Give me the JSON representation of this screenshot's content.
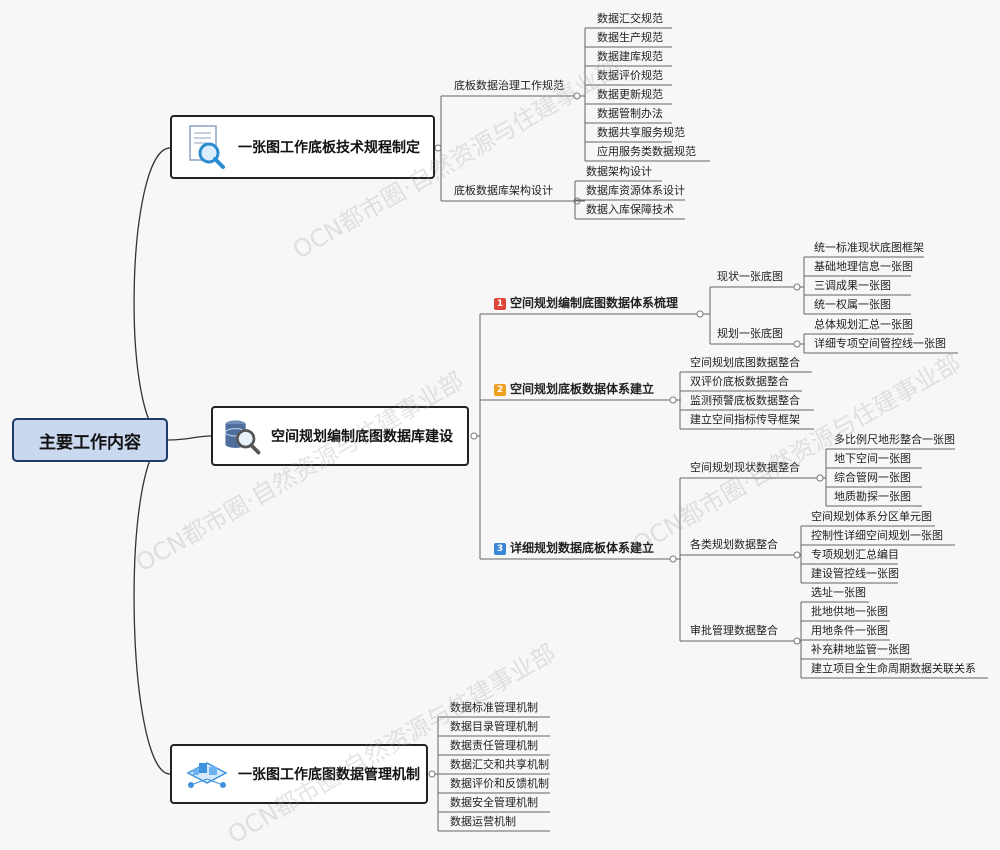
{
  "root": "主要工作内容",
  "watermark": "OCN都市圈·自然资源与住建事业部",
  "branch1": {
    "title": "一张图工作底板技术规程制定",
    "groups": [
      {
        "label": "底板数据治理工作规范",
        "items": [
          "数据汇交规范",
          "数据生产规范",
          "数据建库规范",
          "数据评价规范",
          "数据更新规范",
          "数据管制办法",
          "数据共享服务规范",
          "应用服务类数据规范"
        ]
      },
      {
        "label": "底板数据库架构设计",
        "items": [
          "数据架构设计",
          "数据库资源体系设计",
          "数据入库保障技术"
        ]
      }
    ]
  },
  "branch2": {
    "title": "空间规划编制底图数据库建设",
    "subs": [
      {
        "num": "1",
        "color": "#e0453a",
        "label": "空间规划编制底图数据体系梳理",
        "groups": [
          {
            "label": "现状一张底图",
            "items": [
              "统一标准现状底图框架",
              "基础地理信息一张图",
              "三调成果一张图",
              "统一权属一张图"
            ]
          },
          {
            "label": "规划一张底图",
            "items": [
              "总体规划汇总一张图",
              "详细专项空间管控线一张图"
            ]
          }
        ]
      },
      {
        "num": "2",
        "color": "#f0a020",
        "label": "空间规划底板数据体系建立",
        "items": [
          "空间规划底图数据整合",
          "双评价底板数据整合",
          "监测预警底板数据整合",
          "建立空间指标传导框架"
        ]
      },
      {
        "num": "3",
        "color": "#3a86d8",
        "label": "详细规划数据底板体系建立",
        "groups": [
          {
            "label": "空间规划现状数据整合",
            "items": [
              "多比例尺地形整合一张图",
              "地下空间一张图",
              "综合管网一张图",
              "地质勘探一张图"
            ]
          },
          {
            "label": "各类规划数据整合",
            "items": [
              "空间规划体系分区单元图",
              "控制性详细空间规划一张图",
              "专项规划汇总编目",
              "建设管控线一张图"
            ]
          },
          {
            "label": "审批管理数据整合",
            "items": [
              "选址一张图",
              "批地供地一张图",
              "用地条件一张图",
              "补充耕地监管一张图",
              "建立项目全生命周期数据关联关系"
            ]
          }
        ]
      }
    ]
  },
  "branch3": {
    "title": "一张图工作底图数据管理机制",
    "items": [
      "数据标准管理机制",
      "数据目录管理机制",
      "数据责任管理机制",
      "数据汇交和共享机制",
      "数据评价和反馈机制",
      "数据安全管理机制",
      "数据运营机制"
    ]
  }
}
